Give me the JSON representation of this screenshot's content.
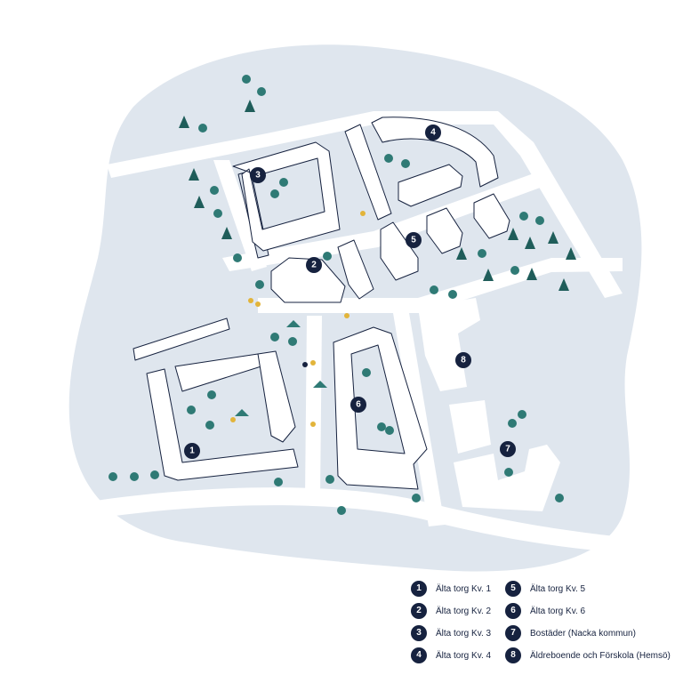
{
  "map": {
    "colors": {
      "land": "#dfe6ee",
      "road": "#ffffff",
      "building_outline": "#16223f",
      "marker": "#16223f",
      "tree": "#2f7a75",
      "accent_person": "#e2b43a"
    },
    "markers": [
      {
        "number": "1"
      },
      {
        "number": "2"
      },
      {
        "number": "3"
      },
      {
        "number": "4"
      },
      {
        "number": "5"
      },
      {
        "number": "6"
      },
      {
        "number": "7"
      },
      {
        "number": "8"
      }
    ]
  },
  "legend": {
    "items": [
      {
        "number": "1",
        "label": "Älta torg Kv. 1"
      },
      {
        "number": "2",
        "label": "Älta torg Kv. 2"
      },
      {
        "number": "3",
        "label": "Älta torg Kv. 3"
      },
      {
        "number": "4",
        "label": "Älta torg Kv. 4"
      },
      {
        "number": "5",
        "label": "Älta torg Kv. 5"
      },
      {
        "number": "6",
        "label": "Älta torg Kv. 6"
      },
      {
        "number": "7",
        "label": "Bostäder (Nacka kommun)"
      },
      {
        "number": "8",
        "label": "Äldreboende och Förskola (Hemsö)"
      }
    ]
  }
}
